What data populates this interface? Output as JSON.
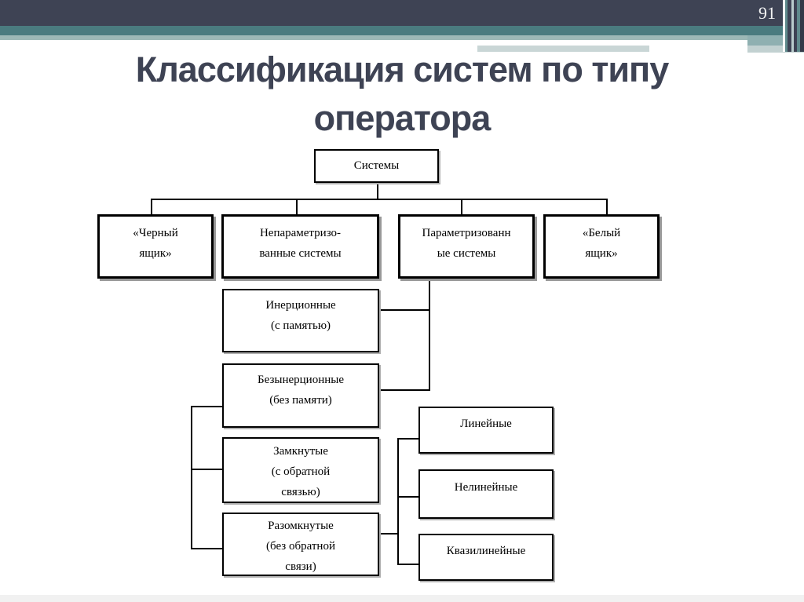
{
  "page": {
    "number": "91"
  },
  "title": {
    "line1": "Классификация систем по типу",
    "line2": "оператора"
  },
  "colors": {
    "header_dark": "#3e4354",
    "header_teal": "#4a7b7f",
    "header_sage": "#9cb8b6",
    "title_text": "#3e4354",
    "box_border": "#000000",
    "slide_background": "#ffffff"
  },
  "diagram": {
    "root": {
      "label": "Системы"
    },
    "level2": [
      {
        "label": "«Черный\nящик»"
      },
      {
        "label": "Непараметризо-\nванные системы"
      },
      {
        "label": "Параметризованн\nые системы"
      },
      {
        "label": "«Белый\nящик»"
      }
    ],
    "memory_branch": [
      {
        "label": "Инерционные\n(с памятью)"
      },
      {
        "label": "Безынерционные\n(без памяти)"
      },
      {
        "label": "Замкнутые\n(с обратной\nсвязью)"
      },
      {
        "label": "Разомкнутые\n(без обратной\nсвязи)"
      }
    ],
    "linearity_branch": [
      {
        "label": "Линейные"
      },
      {
        "label": "Нелинейные"
      },
      {
        "label": "Квазилинейные"
      }
    ]
  }
}
